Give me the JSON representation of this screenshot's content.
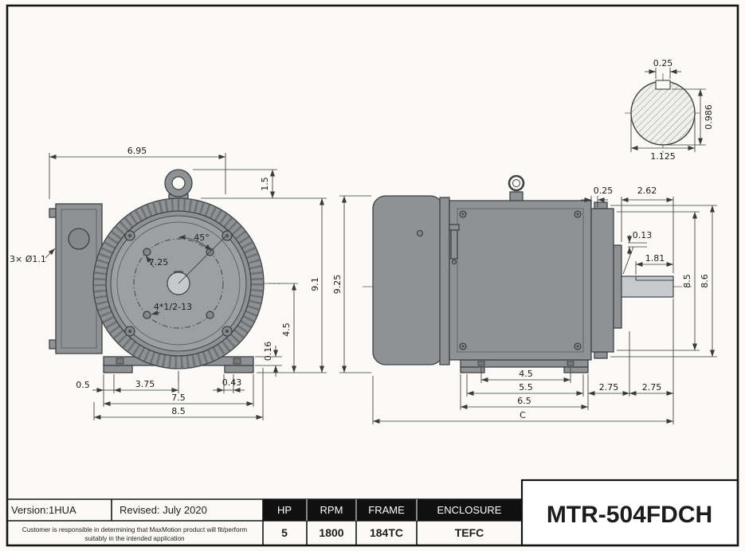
{
  "drawing": {
    "shaft_section": {
      "keyway_width": "0.25",
      "height_flat_to_bottom": "0.986",
      "diameter": "1.125"
    },
    "front_view": {
      "top_width": "6.95",
      "eyebolt_height": "1.5",
      "conduit_holes": "3× Ø1.1",
      "bolt_angle": "45°",
      "bolt_circle_dia": "7.25",
      "tapped_holes": "4*1/2-13",
      "overall_height": "9.1",
      "shaft_center_height": "4.5",
      "foot_plate_thickness": "0.16",
      "foot_edge_offset": "0.5",
      "foot_to_center": "3.75",
      "foot_slot_width": "0.43",
      "foot_bolt_span": "7.5",
      "base_overall_width": "8.5"
    },
    "side_view": {
      "overall_height": "9.25",
      "face_offset": "0.25",
      "shaft_overhang": "2.62",
      "keyway_depth": "0.13",
      "shaft_length": "1.81",
      "flange_pilot_dia": "8.5",
      "flange_outer_dia": "8.6",
      "foot_hole_span": "4.5",
      "foot_span": "5.5",
      "base_length": "6.5",
      "face_to_foot": "2.75",
      "foot_to_end": "2.75",
      "overall_length": "C"
    }
  },
  "title_block": {
    "version": "Version:1HUA",
    "revised": "Revised: July 2020",
    "disclaimer_line1": "Customer is responsible in determining that MaxMotion product will fit/perform",
    "disclaimer_line2": "suitably in the intended application",
    "spec_headers": {
      "hp": "HP",
      "rpm": "RPM",
      "frame": "FRAME",
      "enclosure": "ENCLOSURE"
    },
    "spec_values": {
      "hp": "5",
      "rpm": "1800",
      "frame": "184TC",
      "enclosure": "TEFC"
    },
    "part_number": "MTR-504FDCH"
  },
  "colors": {
    "motor_body_gray": "#8f9294",
    "line_black": "#141414",
    "sheet_background": "#fbfaf6"
  }
}
